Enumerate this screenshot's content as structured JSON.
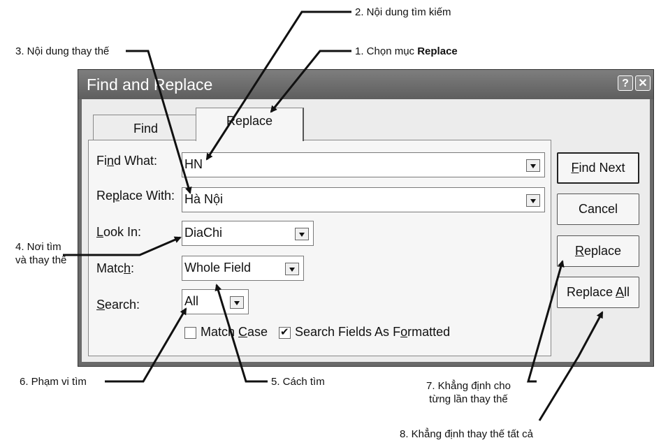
{
  "annotations": {
    "a1_prefix": "1. Chọn mục ",
    "a1_bold": "Replace",
    "a2": "2. Nội dung tìm kiếm",
    "a3": "3. Nội dung thay thế",
    "a4_line1": "4. Nơi tìm",
    "a4_line2": "và thay thế",
    "a5": "5. Cách tìm",
    "a6": "6. Phạm vi tìm",
    "a7_line1": "7. Khẳng định cho",
    "a7_line2": "từng lần thay thế",
    "a8": "8. Khẳng định thay thế tất cả"
  },
  "dialog": {
    "title": "Find and Replace",
    "help_glyph": "?",
    "close_glyph": "✕",
    "tabs": {
      "find": "Find",
      "replace": "Replace",
      "active": "replace"
    },
    "find_what": {
      "label_pre": "Fi",
      "label_u": "n",
      "label_post": "d What:",
      "value": "HN"
    },
    "replace_with": {
      "label_pre": "Re",
      "label_u": "p",
      "label_post": "lace With:",
      "value": "Hà Nội"
    },
    "look_in": {
      "label_pre": "",
      "label_u": "L",
      "label_post": "ook In:",
      "value": "DiaChi"
    },
    "match": {
      "label_pre": "Matc",
      "label_u": "h",
      "label_post": ":",
      "value": "Whole Field"
    },
    "search": {
      "label_pre": "",
      "label_u": "S",
      "label_post": "earch:",
      "value": "All"
    },
    "match_case": {
      "label_pre": "Match ",
      "label_u": "C",
      "label_post": "ase",
      "checked": false
    },
    "search_formatted": {
      "label_pre": "Search Fields As F",
      "label_u": "o",
      "label_post": "rmatted",
      "checked": true,
      "check_glyph": "✔"
    },
    "buttons": {
      "find_next": {
        "pre": "",
        "u": "F",
        "post": "ind Next"
      },
      "cancel": {
        "pre": "Cancel",
        "u": "",
        "post": ""
      },
      "replace": {
        "pre": "",
        "u": "R",
        "post": "eplace"
      },
      "replace_all": {
        "pre": "Replace ",
        "u": "A",
        "post": "ll"
      }
    }
  }
}
